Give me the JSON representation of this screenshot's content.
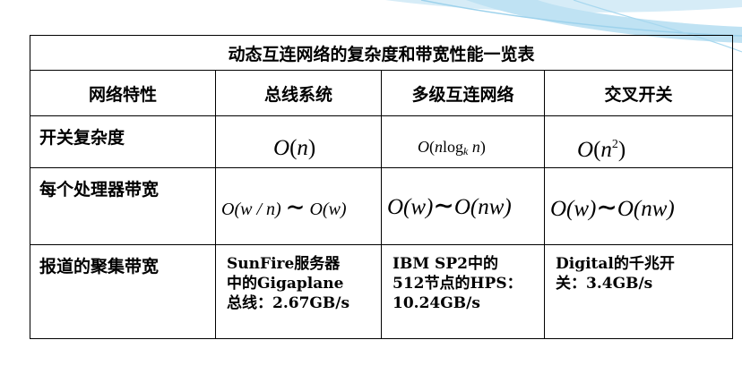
{
  "table": {
    "title": "动态互连网络的复杂度和带宽性能一览表",
    "headers": [
      "网络特性",
      "总线系统",
      "多级互连网络",
      "交叉开关"
    ],
    "rows": [
      {
        "label": "开关复杂度",
        "bus": {
          "o": "O",
          "lp": "(",
          "arg": "n",
          "rp": ")"
        },
        "multistage": {
          "o": "O",
          "lp": "(",
          "n": "n",
          "log": "log",
          "sub": "k",
          "n2": " n",
          "rp": ")"
        },
        "crossbar": {
          "o": "O",
          "lp": "(",
          "arg": "n",
          "sup": "2",
          "rp": ")"
        }
      },
      {
        "label": "每个处理器带宽",
        "bus": {
          "left": "O(w / n)",
          "tilde": "∼",
          "right": "O(w)"
        },
        "multistage": {
          "left": "O(w)",
          "tilde": "∼",
          "right": "O(nw)"
        },
        "crossbar": {
          "left": "O(w)",
          "tilde": "∼",
          "right": "O(nw)"
        }
      },
      {
        "label": "报道的聚集带宽",
        "bus": {
          "l1": "SunFire服务器",
          "l2": "中的Gigaplane",
          "l3": "总线：2.67GB/s"
        },
        "multistage": {
          "l1": "IBM SP2中的",
          "l2": "512节点的HPS：",
          "l3": "10.24GB/s"
        },
        "crossbar": {
          "l1": "Digital的千兆开",
          "l2": "关：3.4GB/s"
        }
      }
    ]
  }
}
